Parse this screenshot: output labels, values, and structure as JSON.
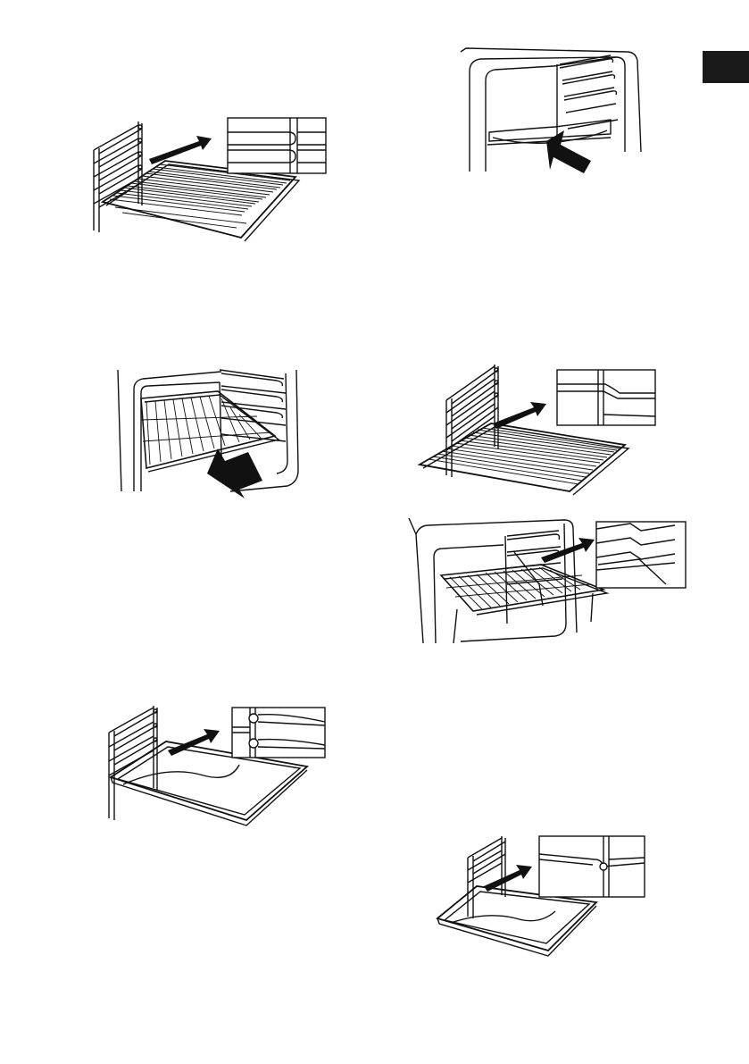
{
  "page": {
    "language_tab": {
      "color": "#1a1a1a",
      "label": ""
    }
  },
  "figures": [
    {
      "id": "wire-rack-on-side-runner",
      "has_detail_inset": true,
      "arrow": "into-oven"
    },
    {
      "id": "baking-tray-in-oven",
      "has_detail_inset": false,
      "arrow": "push-in"
    },
    {
      "id": "wire-rack-in-oven",
      "has_detail_inset": false,
      "arrow": "push-in"
    },
    {
      "id": "wire-rack-on-runner-side-view",
      "has_detail_inset": true,
      "arrow": "into-oven"
    },
    {
      "id": "wire-rack-slide-in-oven",
      "has_detail_inset": true,
      "arrow": "into-oven"
    },
    {
      "id": "baking-tray-on-side-runner",
      "has_detail_inset": true,
      "arrow": "into-oven"
    },
    {
      "id": "baking-tray-on-runner-side-view",
      "has_detail_inset": true,
      "arrow": "into-oven"
    }
  ]
}
